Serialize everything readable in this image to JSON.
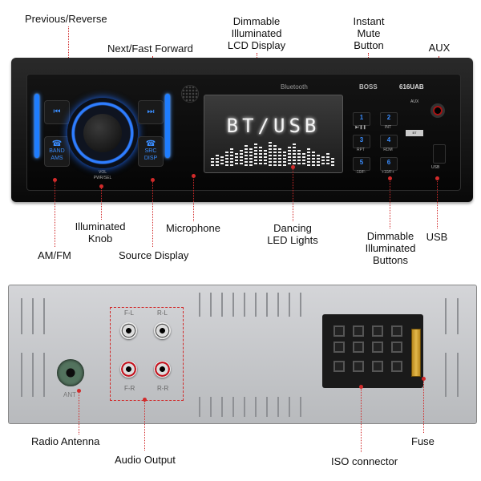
{
  "labels": {
    "previous_reverse": "Previous/Reverse",
    "next_fast_forward": "Next/Fast Forward",
    "dimmable_lcd": [
      "Dimmable",
      "Illuminated",
      "LCD Display"
    ],
    "instant_mute": [
      "Instant",
      "Mute",
      "Button"
    ],
    "aux": "AUX",
    "illuminated_knob": [
      "Illuminated",
      "Knob"
    ],
    "microphone": "Microphone",
    "dancing_led": [
      "Dancing",
      "LED Lights"
    ],
    "dimmable_buttons": [
      "Dimmable",
      "Illuminated",
      "Buttons"
    ],
    "usb": "USB",
    "am_fm": "AM/FM",
    "source_display": "Source Display",
    "radio_antenna": "Radio Antenna",
    "audio_output": "Audio Output",
    "iso_connector": "ISO connector",
    "fuse": "Fuse"
  },
  "device": {
    "bluetooth": "Bluetooth",
    "brand": "BOSS",
    "model": "616UAB",
    "aux_label": "AUX",
    "usb_label": "USB",
    "lcd_text": "BT/USB",
    "left_buttons": [
      {
        "icon": "skip-back-icon",
        "glyph": "⏮"
      },
      {
        "icon": "band-icon",
        "glyph": "☎",
        "text": "BAND AMS"
      }
    ],
    "right_buttons": [
      {
        "icon": "skip-forward-icon",
        "glyph": "⏭"
      },
      {
        "icon": "source-icon",
        "glyph": "☎",
        "text": "SRC DISP"
      }
    ],
    "knob_text": [
      "VOL",
      "PWR/SEL"
    ],
    "number_buttons": [
      {
        "num": "1",
        "sub": "▶/❚❚"
      },
      {
        "num": "2",
        "sub": "INT"
      },
      {
        "num": "3",
        "sub": "RPT"
      },
      {
        "num": "4",
        "sub": "RDM"
      },
      {
        "num": "5",
        "sub": "-10/F-"
      },
      {
        "num": "6",
        "sub": "+10/F+"
      }
    ],
    "rear_labels": {
      "ant": "ANT",
      "fl": "F-L",
      "rl": "R-L",
      "fr": "F-R",
      "rr": "R-R"
    }
  },
  "colors": {
    "accent": "#1e7dff",
    "leader": "#d12a2a"
  }
}
